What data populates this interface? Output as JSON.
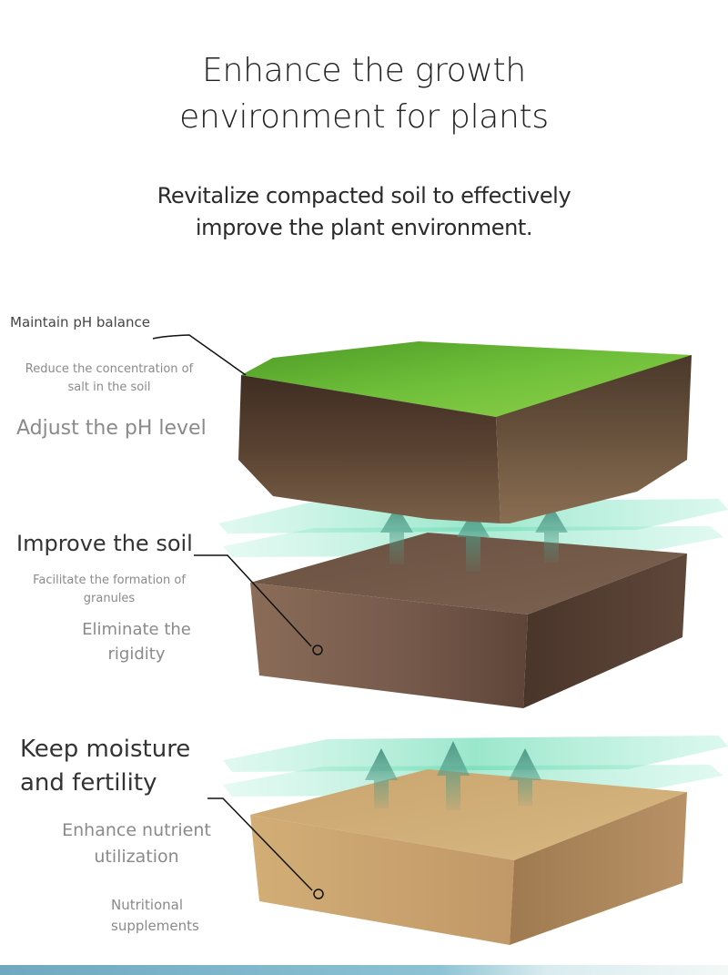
{
  "header": {
    "title_line1": "Enhance the growth",
    "title_line2": "environment for plants",
    "subtitle_line1": "Revitalize compacted soil to effectively",
    "subtitle_line2": "improve the plant environment."
  },
  "layers": [
    {
      "name": "grass-topsoil",
      "heading": "Maintain pH balance",
      "details": [
        {
          "line1": "Reduce the concentration of",
          "line2": "salt in the soil"
        },
        {
          "line1": "Adjust the pH level",
          "line2": ""
        }
      ]
    },
    {
      "name": "loam-soil",
      "heading": "Improve the soil",
      "details": [
        {
          "line1": "Facilitate the formation of",
          "line2": "granules"
        },
        {
          "line1": "Eliminate the",
          "line2": "rigidity"
        }
      ]
    },
    {
      "name": "sandy-soil",
      "heading_line1": "Keep moisture",
      "heading_line2": "and fertility",
      "details": [
        {
          "line1": "Enhance nutrient",
          "line2": "utilization"
        },
        {
          "line1": "Nutritional",
          "line2": "supplements"
        }
      ]
    }
  ],
  "colors": {
    "grass": "#5fae2e",
    "topsoil": "#5a4030",
    "loam": "#6b5040",
    "sand": "#c9a06a",
    "mint_plane": "#7fe0bf",
    "arrow": "#4f9a86"
  }
}
